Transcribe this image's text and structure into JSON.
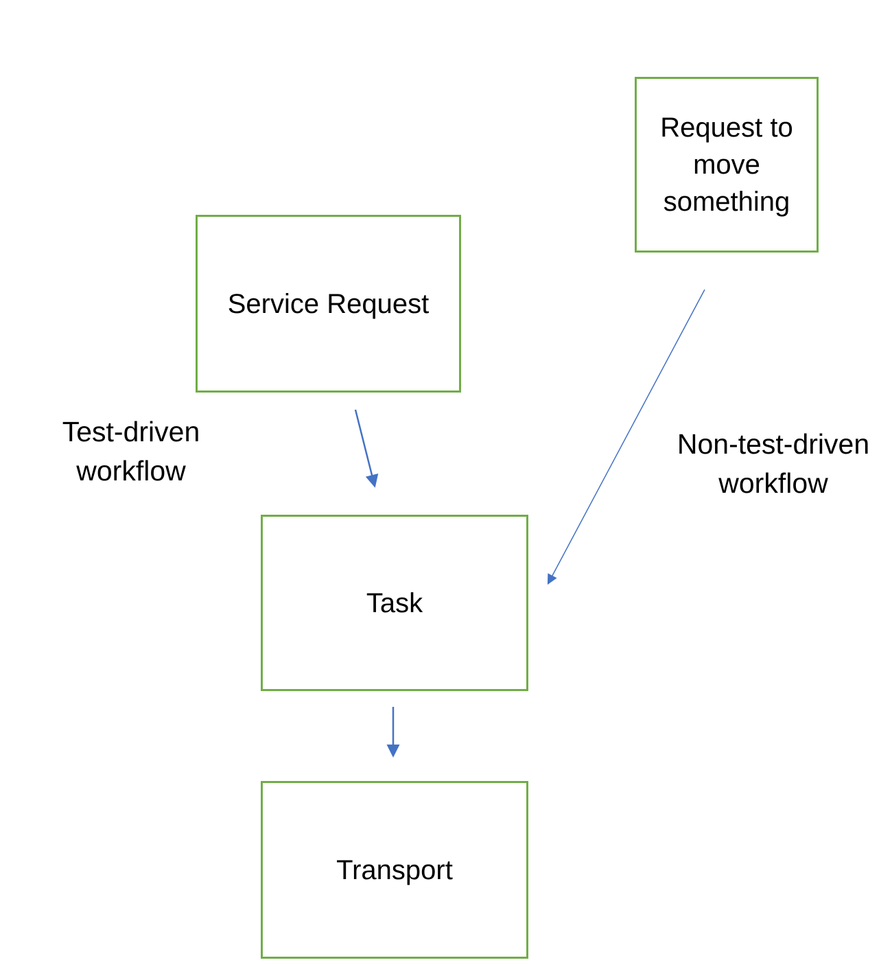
{
  "diagram": {
    "nodes": [
      {
        "id": "request-to-move-something",
        "label": "Request to\nmove\nsomething"
      },
      {
        "id": "service-request",
        "label": "Service Request"
      },
      {
        "id": "task",
        "label": "Task"
      },
      {
        "id": "transport",
        "label": "Transport"
      }
    ],
    "flow_labels": [
      {
        "id": "test-driven",
        "text": "Test-driven\nworkflow"
      },
      {
        "id": "non-test-driven",
        "text": "Non-test-driven\nworkflow"
      }
    ],
    "edges": [
      {
        "from": "service-request",
        "to": "task",
        "workflow": "Test-driven workflow"
      },
      {
        "from": "request-to-move-something",
        "to": "task",
        "workflow": "Non-test-driven workflow"
      },
      {
        "from": "task",
        "to": "transport"
      }
    ],
    "colors": {
      "node_border": "#70AD47",
      "arrow": "#4472C4",
      "text": "#000000",
      "background": "#FFFFFF"
    }
  }
}
